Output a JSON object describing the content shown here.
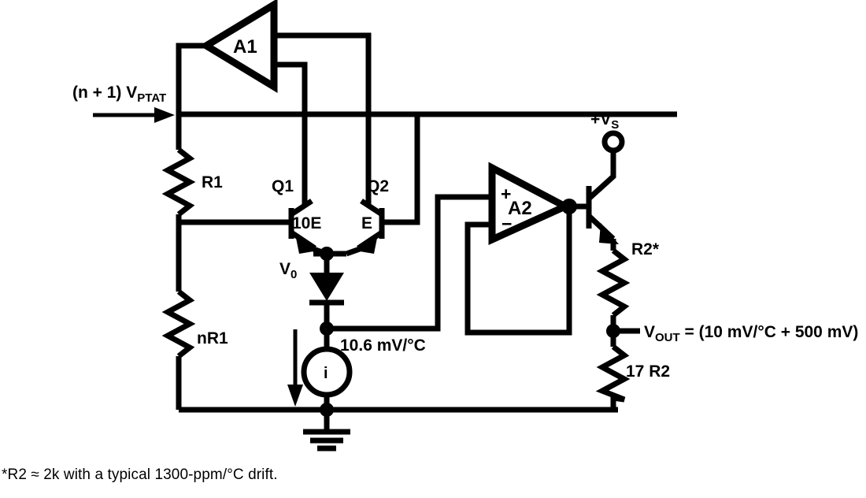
{
  "diagram": {
    "title": "PTAT temperature sensor circuit",
    "labels": {
      "vptat_prefix": "(n + 1) V",
      "vptat_sub": "PTAT",
      "r1": "R1",
      "nr1": "nR1",
      "q1": "Q1",
      "q2": "Q2",
      "q1_area": "10E",
      "q2_area": "E",
      "v0_prefix": "V",
      "v0_sub": "0",
      "a1": "A1",
      "a2": "A2",
      "plus_input": "+",
      "minus_input": "−",
      "vs_prefix": "+V",
      "vs_sub": "S",
      "current_source": "i",
      "scale_factor": "10.6 mV/°C",
      "r2": "R2*",
      "r2_ladder": "17 R2",
      "vout_prefix": "V",
      "vout_sub": "OUT",
      "vout_equation": " = (10 mV/°C + 500 mV)"
    },
    "footnote": "*R2 ≈ 2k with a typical 1300-ppm/°C drift.",
    "colors": {
      "ink": "#000000",
      "background": "#ffffff"
    }
  }
}
